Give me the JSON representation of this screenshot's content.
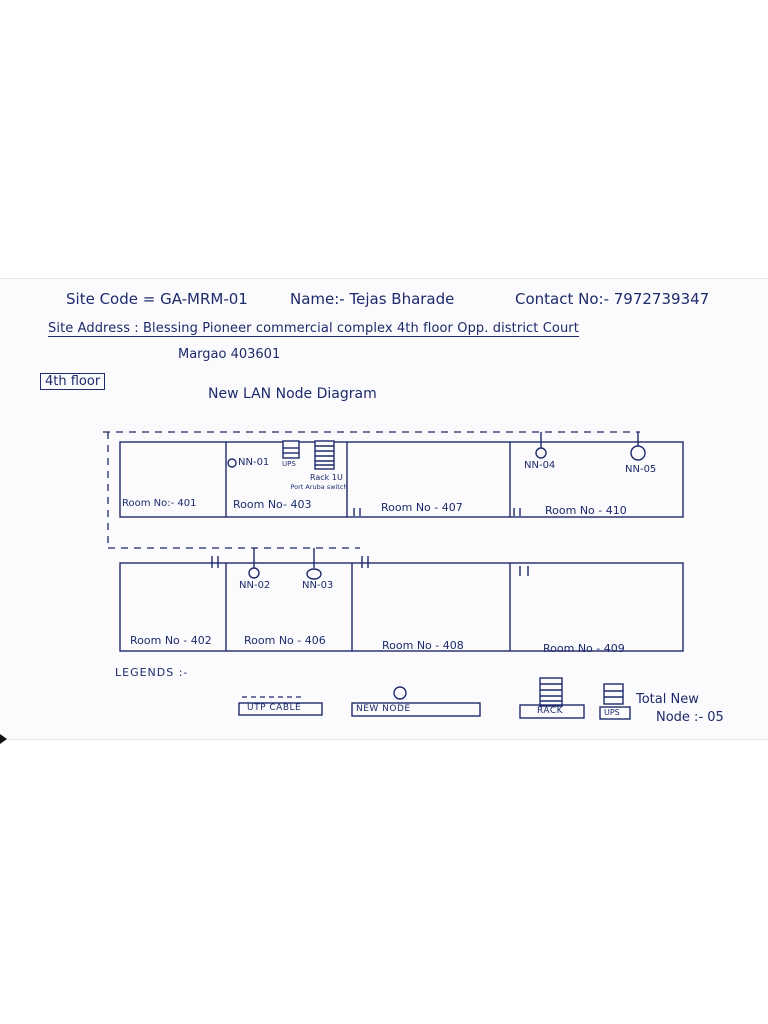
{
  "header": {
    "site_code": "Site Code = GA-MRM-01",
    "name": "Name:- Tejas Bharade",
    "contact": "Contact No:- 7972739347",
    "site_address": "Site Address : Blessing Pioneer commercial complex 4th floor Opp. district Court",
    "address_line2": "Margao 403601"
  },
  "floor_label": "4th floor",
  "diagram_title": "New LAN Node Diagram",
  "rooms": {
    "r401": "Room No:- 401",
    "r403": "Room No- 403",
    "r407": "Room No - 407",
    "r410": "Room No - 410",
    "r402": "Room No - 402",
    "r406": "Room No - 406",
    "r408": "Room No - 408",
    "r409": "Room No - 409"
  },
  "nodes": {
    "nn01": "NN-01",
    "nn02": "NN-02",
    "nn03": "NN-03",
    "nn04": "NN-04",
    "nn05": "NN-05"
  },
  "equipment": {
    "ups_tag": "UPS",
    "rack_label": "Rack 1U",
    "switch_label": "Port Aruba switch"
  },
  "legends": {
    "heading": "LEGENDS :-",
    "utp_cable": "UTP CABLE",
    "new_node": "NEW NODE",
    "rack": "RACK",
    "ups": "UPS",
    "total_line1": "Total New",
    "total_line2": "Node :- 05"
  }
}
